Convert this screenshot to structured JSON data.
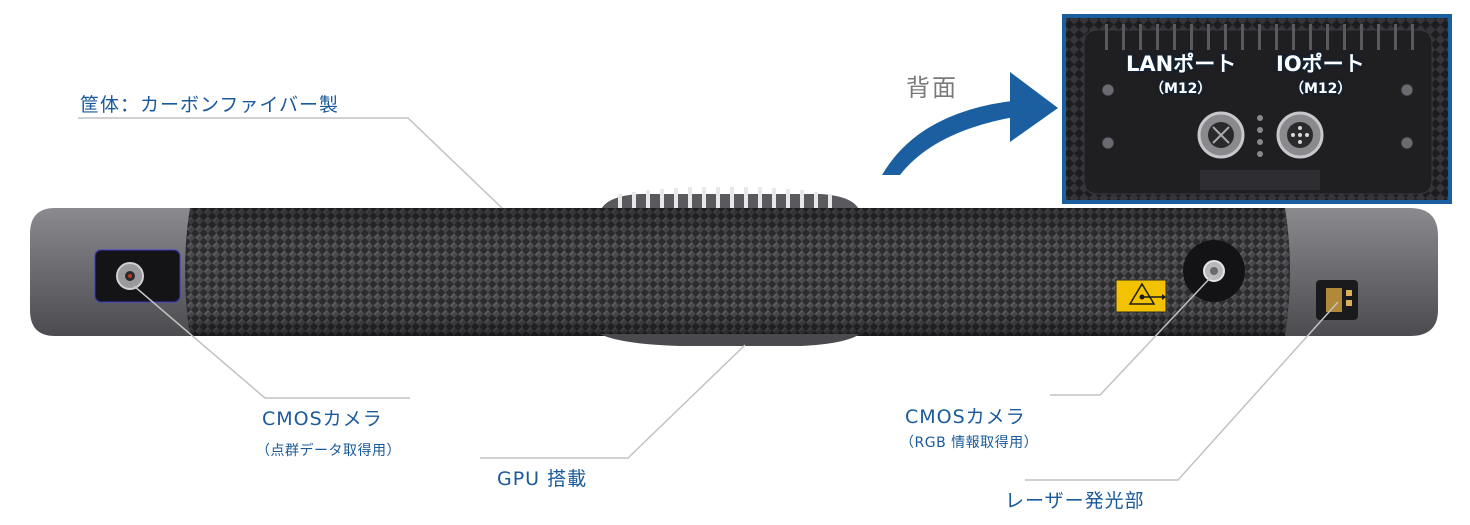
{
  "labels": {
    "housing": "筐体：カーボンファイバー製",
    "back": "背面",
    "lan_port": "LANポート",
    "lan_port_sub": "（M12）",
    "io_port": "IOポート",
    "io_port_sub": "（M12）",
    "cmos_left": "CMOSカメラ",
    "cmos_left_sub": "（点群データ取得用）",
    "gpu": "GPU 搭載",
    "cmos_right": "CMOSカメラ",
    "cmos_right_sub": "（RGB 情報取得用）",
    "laser": "レーザー発光部"
  },
  "colors": {
    "label_text": "#1a5a9a",
    "arrow": "#1b5fa0",
    "inset_border": "#1b5fa0",
    "leader_line": "#bdbdbd",
    "carbon_dark": "#2a2a2c",
    "end_cap": "#6e6e72",
    "laser_sticker": "#f2c200"
  },
  "icons": {
    "arrow": "curved-arrow-icon",
    "laser_warning": "laser-warning-icon"
  }
}
